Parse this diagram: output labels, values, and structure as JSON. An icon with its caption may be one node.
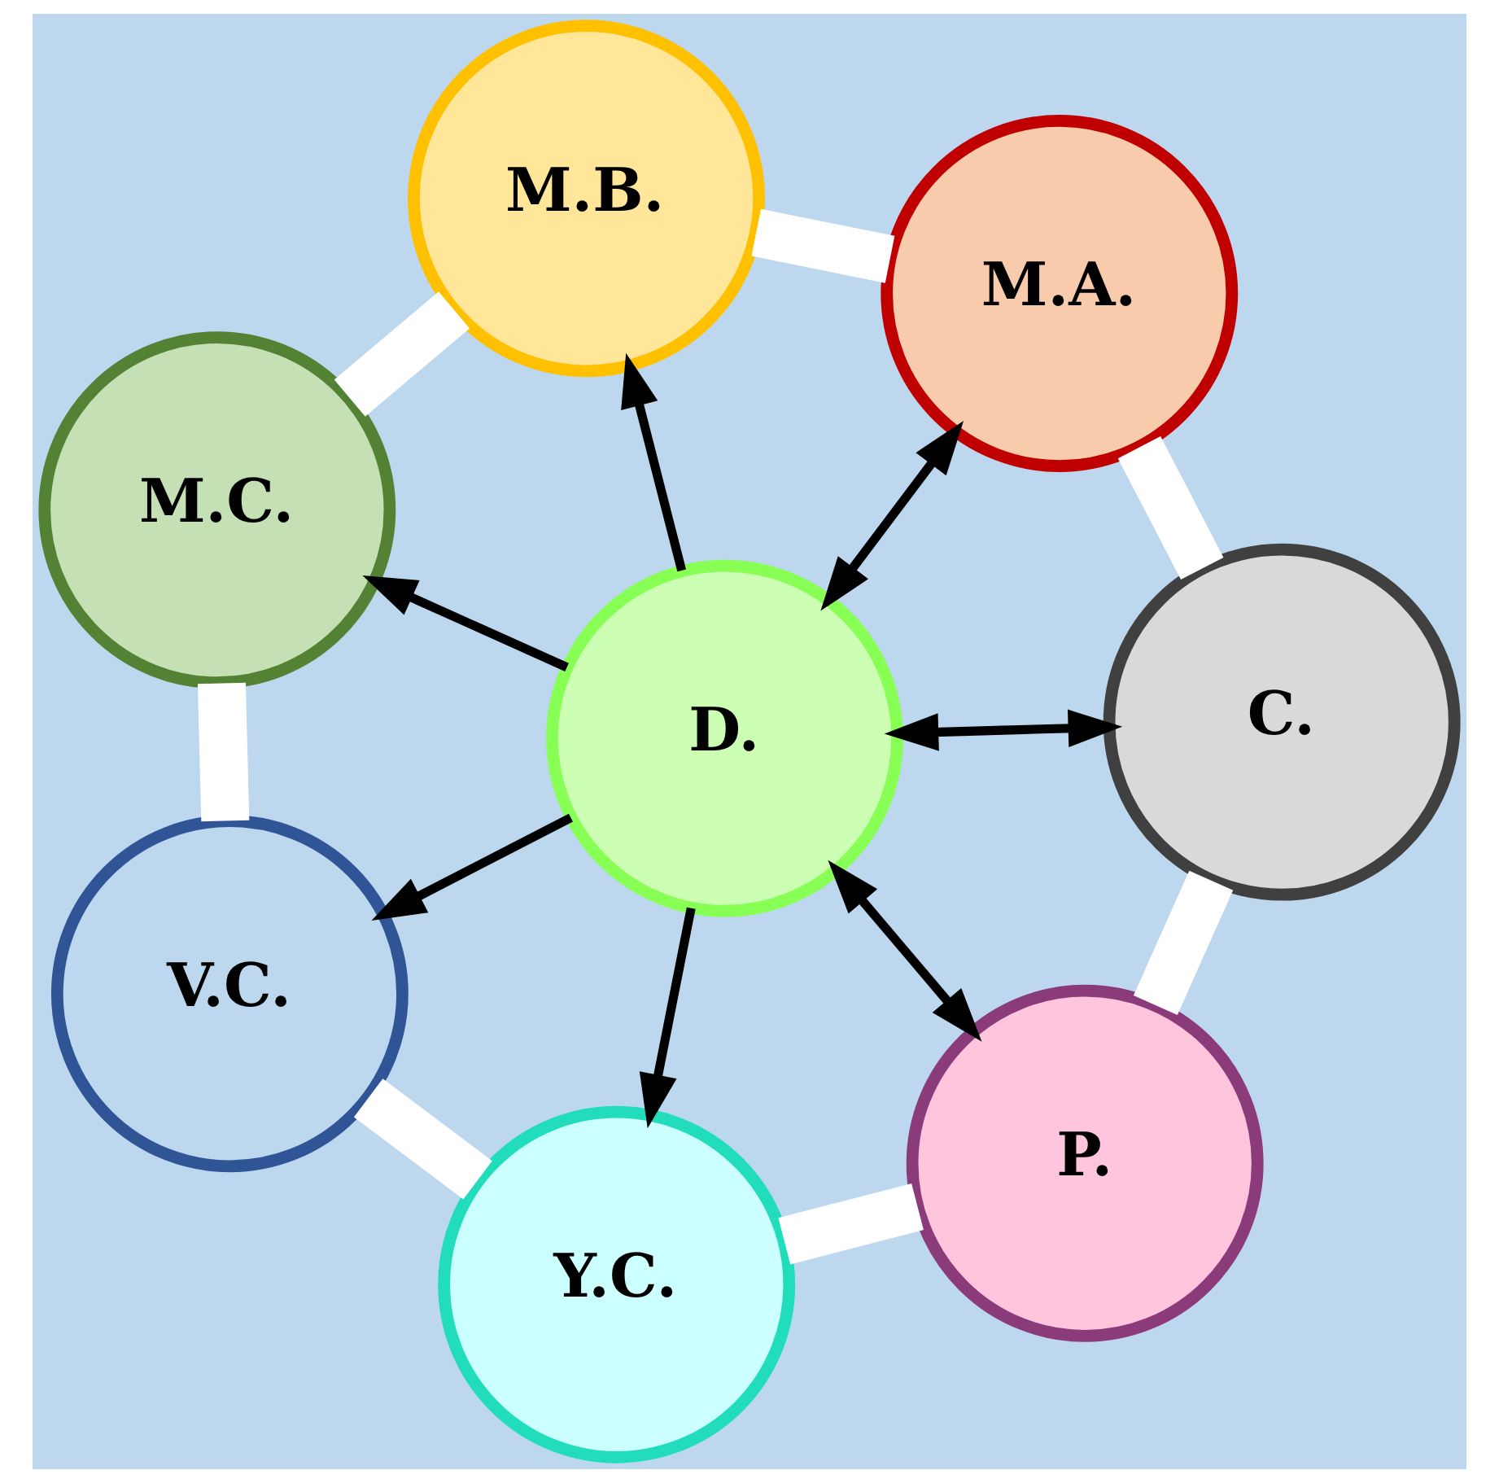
{
  "diagram": {
    "nodes": [
      {
        "text": [
          "M.C."
        ]
      },
      {
        "text": [
          "M.B."
        ]
      },
      {
        "text": [
          "V.C."
        ]
      },
      {
        "text": [
          "M.A."
        ]
      },
      {
        "text": [
          "D."
        ]
      },
      {
        "text": [
          "Y.C."
        ]
      },
      {
        "text": [
          "C."
        ]
      },
      {
        "text": [
          "P."
        ]
      }
    ],
    "edges": [
      {
        "from": 4,
        "to": 1,
        "arrow": "to"
      },
      {
        "from": 4,
        "to": 0,
        "arrow": "to"
      },
      {
        "from": 4,
        "to": 2,
        "arrow": "to"
      },
      {
        "from": 4,
        "to": 3,
        "arrow": "both"
      },
      {
        "from": 4,
        "to": 5,
        "arrow": "to"
      },
      {
        "from": 4,
        "to": 6,
        "arrow": "both"
      },
      {
        "from": 4,
        "to": 7,
        "arrow": "both"
      },
      {
        "from": 1,
        "to": 0,
        "arrow": "none",
        "style": "thick",
        "color": "#ffffff"
      },
      {
        "from": 0,
        "to": 2,
        "arrow": "none",
        "style": "thick",
        "color": "#ffffff"
      },
      {
        "from": 2,
        "to": 5,
        "arrow": "none",
        "style": "thick",
        "color": "#ffffff"
      },
      {
        "from": 5,
        "to": 7,
        "arrow": "none",
        "style": "thick",
        "color": "#ffffff"
      },
      {
        "from": 7,
        "to": 6,
        "arrow": "none",
        "style": "thick",
        "color": "#ffffff"
      },
      {
        "from": 6,
        "to": 3,
        "arrow": "none",
        "style": "thick",
        "color": "#ffffff"
      },
      {
        "from": 3,
        "to": 1,
        "arrow": "none",
        "style": "thick",
        "color": "#ffffff"
      }
    ]
  }
}
